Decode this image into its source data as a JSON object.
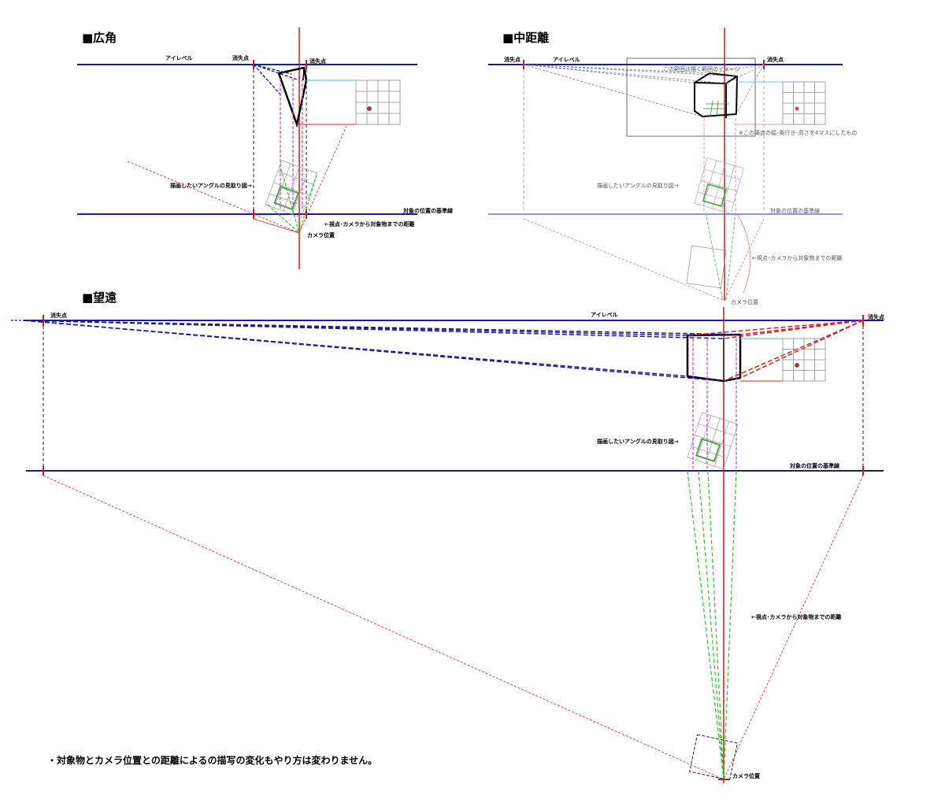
{
  "sections": {
    "wide": {
      "title": "■広角",
      "eye_level": "アイレベル",
      "vp_left": "消失点",
      "vp_right": "消失点",
      "view_label": "描画したいアングルの見取り図→",
      "baseline_label": "対象の位置の基準線",
      "distance_label": "←視点･カメラから対象物までの距離",
      "camera_label": "カメラ位置"
    },
    "mid": {
      "title": "■中距離",
      "eye_level": "アイレベル",
      "vp_left": "消失点",
      "vp_right": "消失点",
      "frame_label": "この範囲は描く範囲のイメージ",
      "cube_note": "※この場合の幅･奥行き･高さを4マスにしたもの",
      "view_label": "描画したいアングルの見取り図→",
      "baseline_label": "対象の位置の基準線",
      "distance_label": "←視点･カメラから対象物までの距離",
      "camera_label": "カメラ位置"
    },
    "tele": {
      "title": "■望遠",
      "eye_level": "アイレベル",
      "vp_left": "消失点",
      "vp_right": "消失点",
      "view_label": "描画したいアングルの見取り図→",
      "baseline_label": "対象の位置の基準線",
      "distance_label": "←視点･カメラから対象物までの距離",
      "camera_label": "カメラ位置"
    }
  },
  "footer_note": "・対象物とカメラ位置との距離によるの描写の変化もやり方は変わりません。",
  "colors": {
    "horizon": "#1a1aa8",
    "vertical_center": "#d81818",
    "blue_dash": "#1a1a9a",
    "red_dash": "#d82020",
    "magenta_dash": "#d040d0",
    "green_dash": "#30c030",
    "grid": "#8888aa",
    "cyan": "#60d0e0"
  }
}
